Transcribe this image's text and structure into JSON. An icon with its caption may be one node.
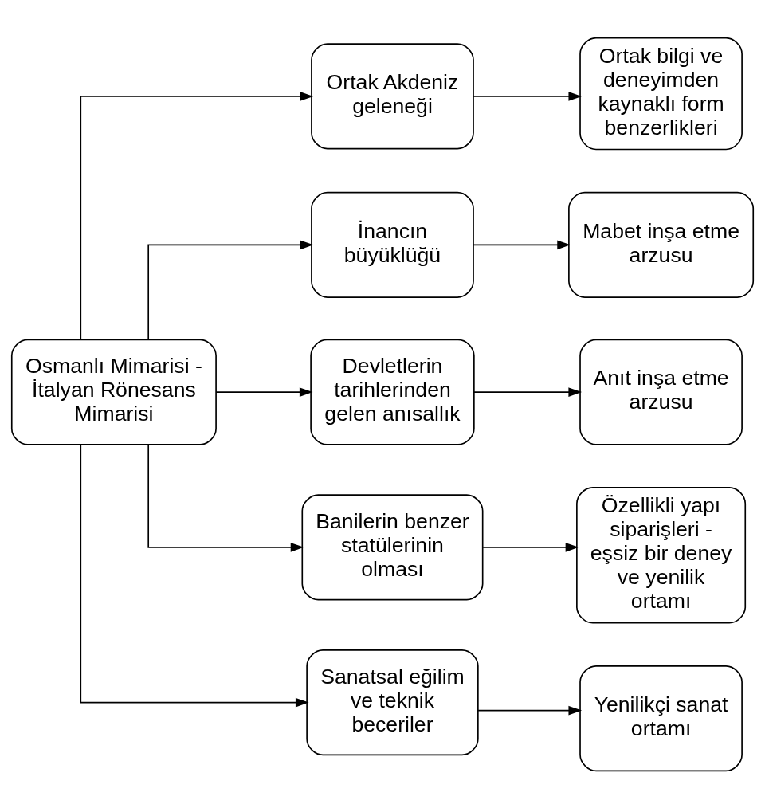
{
  "diagram": {
    "nodes": [
      {
        "text": [
          "Osmanlı Mimarisi - İtalyan Rönesans Mimarisi"
        ]
      },
      {
        "text": [
          "Ortak Akdeniz geleneği"
        ]
      },
      {
        "text": [
          "Ortak bilgi ve deneyimden kaynaklı form benzerlikleri"
        ]
      },
      {
        "text": [
          "İnancın büyüklüğü"
        ]
      },
      {
        "text": [
          "Mabet inşa etme arzusu"
        ]
      },
      {
        "text": [
          "Devletlerin tarihlerinden gelen anısallık"
        ]
      },
      {
        "text": [
          "Anıt inşa etme arzusu"
        ]
      },
      {
        "text": [
          "Banilerin benzer statülerinin olması"
        ]
      },
      {
        "text": [
          "Özellikli yapı siparişleri - eşsiz bir deney ve yenilik ortamı"
        ]
      },
      {
        "text": [
          "Sanatsal eğilim ve teknik beceriler"
        ]
      },
      {
        "text": [
          "Yenilikçi sanat ortamı"
        ]
      }
    ],
    "edges": [
      {
        "from": 0,
        "to": 1,
        "arrow": "to"
      },
      {
        "from": 0,
        "to": 3,
        "arrow": "to"
      },
      {
        "from": 0,
        "to": 5,
        "arrow": "to"
      },
      {
        "from": 0,
        "to": 7,
        "arrow": "to"
      },
      {
        "from": 0,
        "to": 9,
        "arrow": "to"
      },
      {
        "from": 1,
        "to": 2,
        "arrow": "to"
      },
      {
        "from": 3,
        "to": 4,
        "arrow": "to"
      },
      {
        "from": 5,
        "to": 6,
        "arrow": "to"
      },
      {
        "from": 7,
        "to": 8,
        "arrow": "to"
      },
      {
        "from": 9,
        "to": 10,
        "arrow": "to"
      }
    ]
  }
}
